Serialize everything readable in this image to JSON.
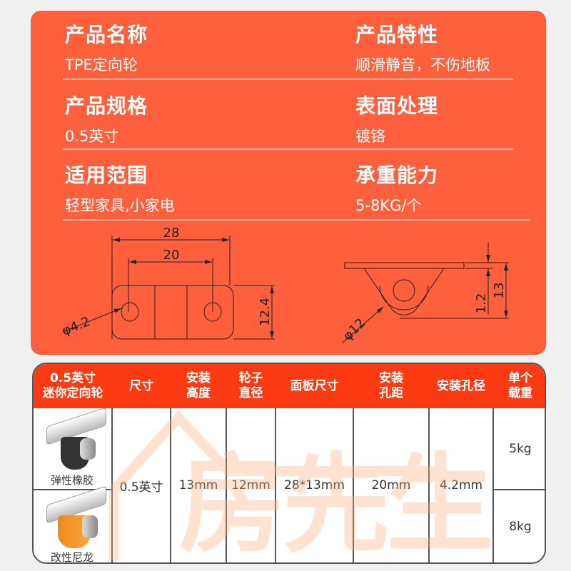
{
  "colors": {
    "panel": "#fe5f3c",
    "header": "#fd3a12",
    "border": "#555555",
    "watermark": "#ffb27a"
  },
  "specs": [
    {
      "label": "产品名称",
      "value": "TPE定向轮"
    },
    {
      "label": "产品特性",
      "value": "顺滑静音，不伤地板"
    },
    {
      "label": "产品规格",
      "value": "0.5英寸"
    },
    {
      "label": "表面处理",
      "value": "镀铬"
    },
    {
      "label": "适用范围",
      "value": "轻型家具,小家电"
    },
    {
      "label": "承重能力",
      "value": "5-8KG/个"
    }
  ],
  "diagram": {
    "width": "28",
    "hole_distance": "20",
    "hole_dia": "φ4.2",
    "depth": "12.4",
    "wheel_dia": "φ12",
    "plate": "1.2",
    "height": "13"
  },
  "table": {
    "headers": [
      "0.5英寸\n迷你定向轮",
      "尺寸",
      "安装\n高度",
      "轮子\n直径",
      "面板尺寸",
      "安装\n孔距",
      "安装孔径",
      "单个\n载重"
    ],
    "products": [
      {
        "name": "弹性橡胶",
        "load": "5kg"
      },
      {
        "name": "改性尼龙",
        "load": "8kg"
      }
    ],
    "size": "0.5英寸",
    "install_height": "13mm",
    "wheel_dia": "12mm",
    "panel_size": "28*13mm",
    "hole_distance": "20mm",
    "hole_dia": "4.2mm"
  },
  "watermark": "房先生"
}
